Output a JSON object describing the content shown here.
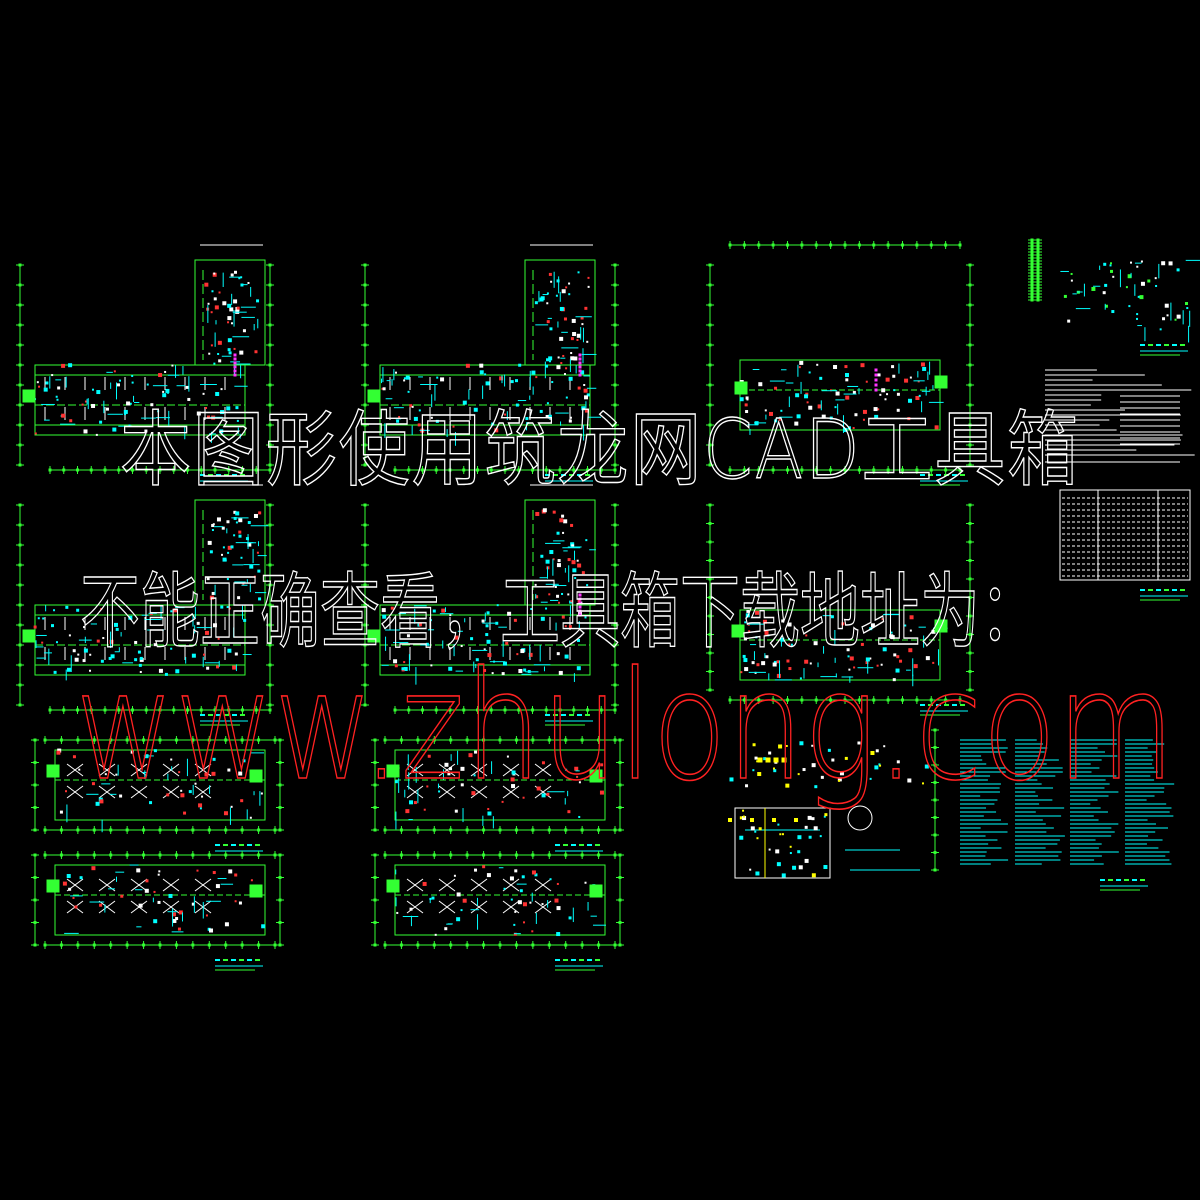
{
  "drawing": {
    "background_color": "#000000",
    "colors": {
      "wall": "#33ff33",
      "axis": "#33ff33",
      "fixture": "#ffffff",
      "pipe": "#00ffff",
      "valve": "#ff3333",
      "riser": "#ff33ff",
      "yellow": "#ffff00",
      "watermark_white": "#ffffff",
      "watermark_red": "#ff2222"
    }
  },
  "watermark": {
    "line1": "本图形使用筑龙网CAD工具箱",
    "line2": "不能正确查看，工具箱下载地址为：",
    "url": "www.zhulong.com"
  }
}
